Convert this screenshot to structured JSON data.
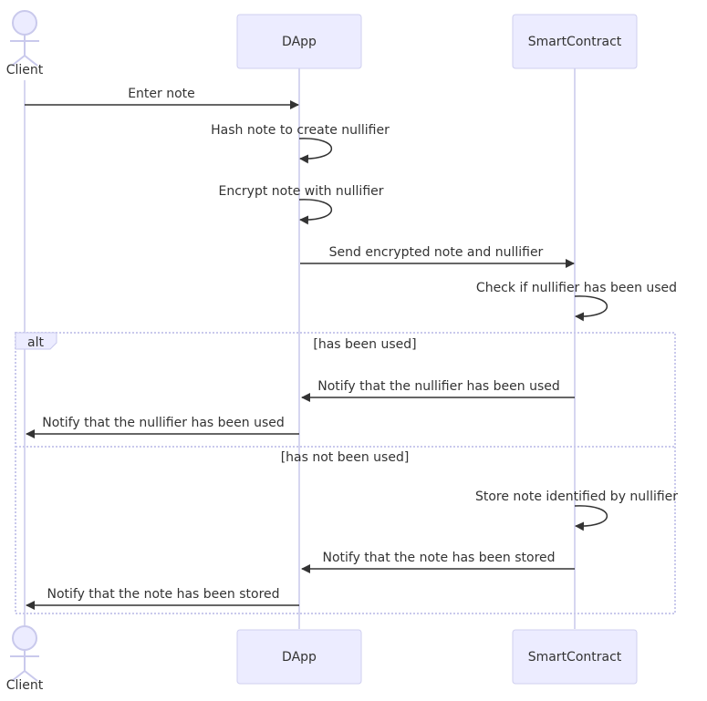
{
  "participants": {
    "client": "Client",
    "dapp": "DApp",
    "contract": "SmartContract"
  },
  "messages": [
    "Enter note",
    "Hash note to create nullifier",
    "Encrypt note with nullifier",
    "Send encrypted note and nullifier",
    "Check if nullifier has been used",
    "Notify that the nullifier has been used",
    "Notify that the nullifier has been used",
    "Store note identified by nullifier",
    "Notify that the note has been stored",
    "Notify that the note has been stored"
  ],
  "alt_block": {
    "keyword": "alt",
    "condition_1": "[has been used]",
    "condition_2": "[has not been used]"
  }
}
